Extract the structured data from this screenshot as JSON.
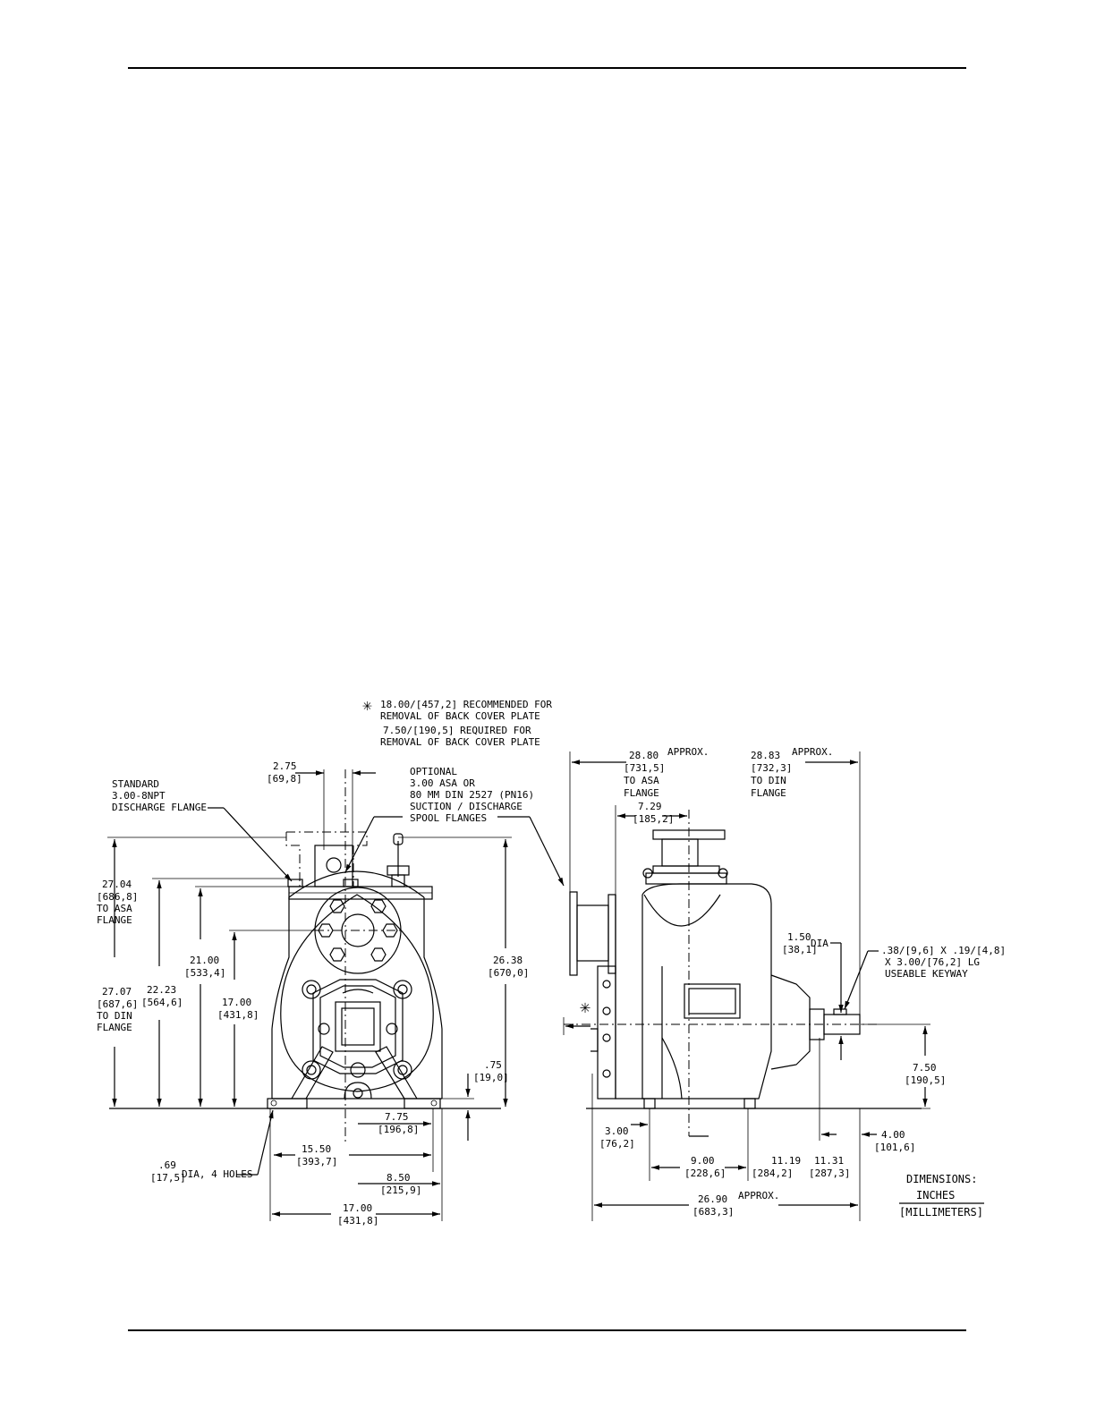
{
  "drawing": {
    "notes": {
      "cover_rec_1": "18.00/[457,2] RECOMMENDED FOR",
      "cover_rec_2": "REMOVAL OF BACK COVER PLATE",
      "cover_req_1": "7.50/[190,5] REQUIRED FOR",
      "cover_req_2": "REMOVAL OF BACK COVER PLATE",
      "standard_1": "STANDARD",
      "standard_2": "3.00-8NPT",
      "standard_3": "DISCHARGE FLANGE",
      "optional_1": "OPTIONAL",
      "optional_2": "3.00 ASA OR",
      "optional_3": "80 MM DIN 2527 (PN16)",
      "optional_4": "SUCTION / DISCHARGE",
      "optional_5": "SPOOL FLANGES",
      "keyway_1": ".38/[9,6] X .19/[4,8]",
      "keyway_2": "X 3.00/[76,2] LG",
      "keyway_3": "USEABLE KEYWAY",
      "holes": "DIA, 4 HOLES",
      "dia": "DIA",
      "approx": "APPROX.",
      "to_asa_1": "TO ASA",
      "to_din_1": "TO DIN",
      "flange": "FLANGE",
      "units_title": "DIMENSIONS:",
      "units_in": "INCHES",
      "units_mm": "[MILLIMETERS]",
      "asterisk": "✳"
    },
    "dims": {
      "d_2_75": "2.75",
      "d_2_75_mm": "[69,8]",
      "d_27_04": "27.04",
      "d_27_04_mm": "[686,8]",
      "d_27_07": "27.07",
      "d_27_07_mm": "[687,6]",
      "d_22_23": "22.23",
      "d_22_23_mm": "[564,6]",
      "d_21_00": "21.00",
      "d_21_00_mm": "[533,4]",
      "d_17_00v": "17.00",
      "d_17_00v_mm": "[431,8]",
      "d_26_38": "26.38",
      "d_26_38_mm": "[670,0]",
      "d_0_75": ".75",
      "d_0_75_mm": "[19,0]",
      "d_7_75": "7.75",
      "d_7_75_mm": "[196,8]",
      "d_15_50": "15.50",
      "d_15_50_mm": "[393,7]",
      "d_0_69": ".69",
      "d_0_69_mm": "[17,5]",
      "d_8_50": "8.50",
      "d_8_50_mm": "[215,9]",
      "d_17_00h": "17.00",
      "d_17_00h_mm": "[431,8]",
      "d_28_80": "28.80",
      "d_28_80_mm": "[731,5]",
      "d_28_83": "28.83",
      "d_28_83_mm": "[732,3]",
      "d_7_29": "7.29",
      "d_7_29_mm": "[185,2]",
      "d_1_50": "1.50",
      "d_1_50_mm": "[38,1]",
      "d_7_50": "7.50",
      "d_7_50_mm": "[190,5]",
      "d_4_00": "4.00",
      "d_4_00_mm": "[101,6]",
      "d_3_00": "3.00",
      "d_3_00_mm": "[76,2]",
      "d_9_00": "9.00",
      "d_9_00_mm": "[228,6]",
      "d_11_19": "11.19",
      "d_11_19_mm": "[284,2]",
      "d_11_31": "11.31",
      "d_11_31_mm": "[287,3]",
      "d_26_90": "26.90",
      "d_26_90_mm": "[683,3]"
    }
  }
}
